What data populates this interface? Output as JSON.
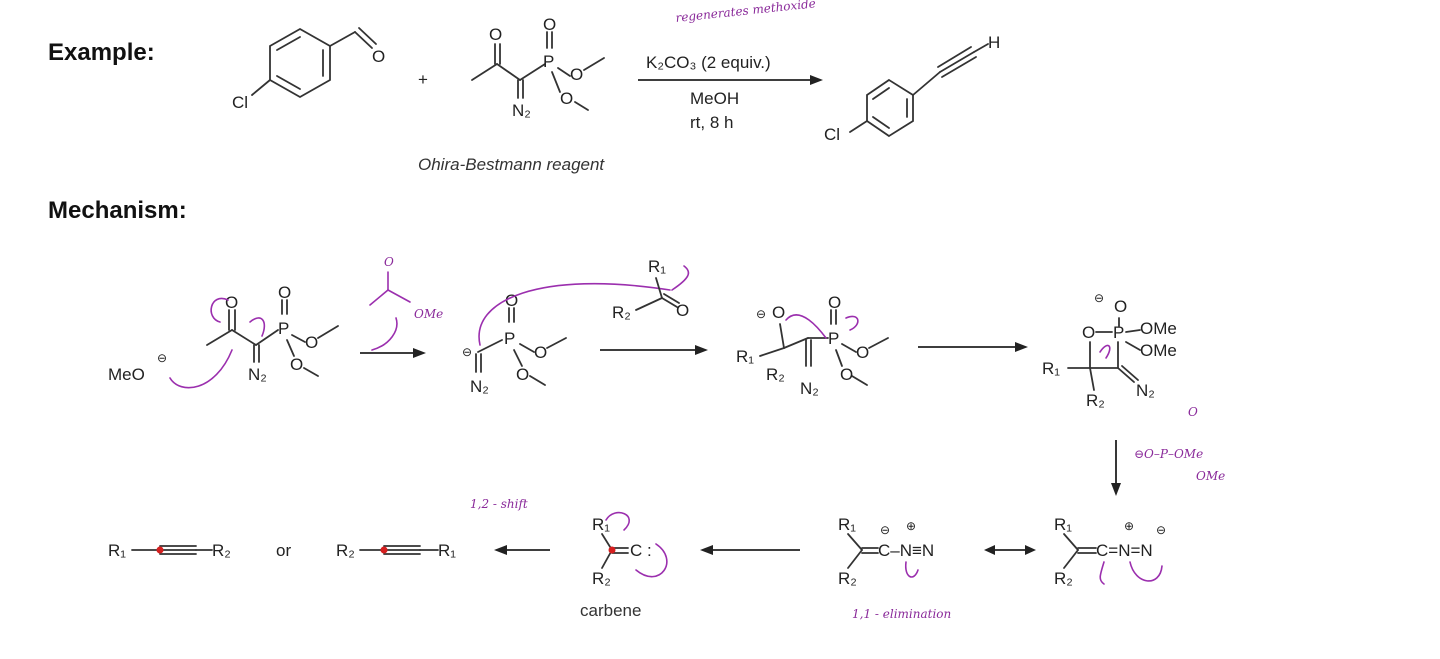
{
  "headings": {
    "example": "Example:",
    "mechanism": "Mechanism:"
  },
  "example": {
    "reactant_cl": "Cl",
    "reactant_o": "O",
    "plus": "+",
    "reagent_o1": "O",
    "reagent_o2": "O",
    "reagent_p": "P",
    "reagent_o3": "O",
    "reagent_o4": "O",
    "reagent_n2": "N₂",
    "reagent_caption": "Ohira-Bestmann reagent",
    "conditions_1": "K₂CO₃ (2 equiv.)",
    "conditions_2": "MeOH",
    "conditions_3": "rt, 8 h",
    "product_h": "H",
    "product_cl": "Cl",
    "handwritten_note": "regenerates methoxide"
  },
  "mechanism": {
    "meo_label": "MeO",
    "step1_o_top": "O",
    "step1_o_right": "O",
    "step1_p": "P",
    "step1_o2": "O",
    "step1_o3": "O",
    "step1_n2": "N₂",
    "ester_o": "O",
    "ester_ome": "OMe",
    "int1_p": "P",
    "int1_o1": "O",
    "int1_o2": "O",
    "int1_o3": "O",
    "int1_n2": "N₂",
    "ald_r1": "R₁",
    "ald_r2": "R₂",
    "ald_o": "O",
    "int2_o": "O",
    "int2_r1": "R₁",
    "int2_r2": "R₂",
    "int2_p": "P",
    "int2_o1": "O",
    "int2_o2": "O",
    "int2_o3": "O",
    "int2_n2": "N₂",
    "ring_o_top": "O",
    "ring_o": "O",
    "ring_p": "P",
    "ring_ome1": "OMe",
    "ring_ome2": "OMe",
    "ring_r1": "R₁",
    "ring_r2": "R₂",
    "ring_n2": "N₂",
    "phosphate_note": "⊖O–P–OMe",
    "phosphate_o": "O",
    "phosphate_ome": "OMe",
    "diazo_right_r1": "R₁",
    "diazo_right_r2": "R₂",
    "diazo_right_chain": "C=N=N",
    "diazo_left_r1": "R₁",
    "diazo_left_r2": "R₂",
    "diazo_left_chain": "C–N≡N",
    "elimination_note": "1,1 - elimination",
    "carbene_r1": "R₁",
    "carbene_r2": "R₂",
    "carbene_c": "C :",
    "carbene_caption": "carbene",
    "shift_note": "1,2 - shift",
    "prod1_r1": "R₁",
    "prod1_r2": "R₂",
    "or": "or",
    "prod2_r2": "R₂",
    "prod2_r1": "R₁",
    "minus": "⊖",
    "plus": "⊕"
  },
  "colors": {
    "ink": "#222222",
    "annotation_purple": "#9b2fae",
    "highlight_red": "#d61f1f"
  }
}
